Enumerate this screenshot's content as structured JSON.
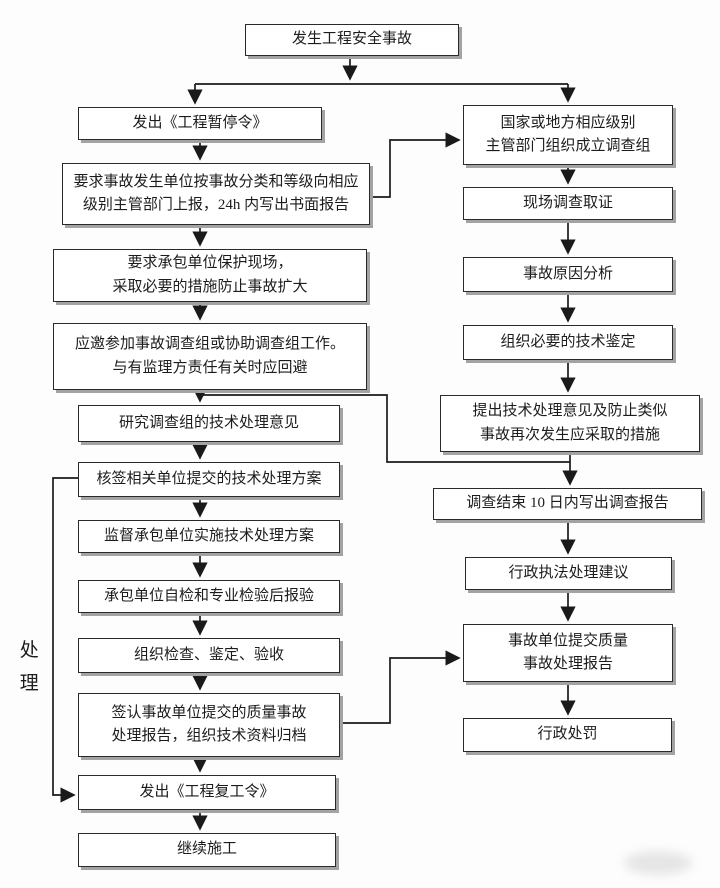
{
  "side_label": "处理",
  "flow": {
    "start": {
      "label": "发生工程安全事故"
    },
    "left": [
      {
        "label": "发出《工程暂停令》"
      },
      {
        "label": "要求事故发生单位按事故分类和等级向相应\n级别主管部门上报，24h 内写出书面报告"
      },
      {
        "label": "要求承包单位保护现场，\n采取必要的措施防止事故扩大"
      },
      {
        "label": "应邀参加事故调查组或协助调查组工作。\n与有监理方责任有关时应回避"
      },
      {
        "label": "研究调查组的技术处理意见"
      },
      {
        "label": "核签相关单位提交的技术处理方案"
      },
      {
        "label": "监督承包单位实施技术处理方案"
      },
      {
        "label": "承包单位自检和专业检验后报验"
      },
      {
        "label": "组织检查、鉴定、验收"
      },
      {
        "label": "签认事故单位提交的质量事故\n处理报告，组织技术资料归档"
      },
      {
        "label": "发出《工程复工令》"
      },
      {
        "label": "继续施工"
      }
    ],
    "right": [
      {
        "label": "国家或地方相应级别\n主管部门组织成立调查组"
      },
      {
        "label": "现场调查取证"
      },
      {
        "label": "事故原因分析"
      },
      {
        "label": "组织必要的技术鉴定"
      },
      {
        "label": "提出技术处理意见及防止类似\n事故再次发生应采取的措施"
      },
      {
        "label": "调查结束 10 日内写出调查报告"
      },
      {
        "label": "行政执法处理建议"
      },
      {
        "label": "事故单位提交质量\n事故处理报告"
      },
      {
        "label": "行政处罚"
      }
    ]
  },
  "colors": {
    "line": "#1a1a1a",
    "box_background": "#ffffff",
    "box_border": "#2a2a2a",
    "box_shadow": "#a3a3a3",
    "page_background": "#fdfdfd"
  }
}
